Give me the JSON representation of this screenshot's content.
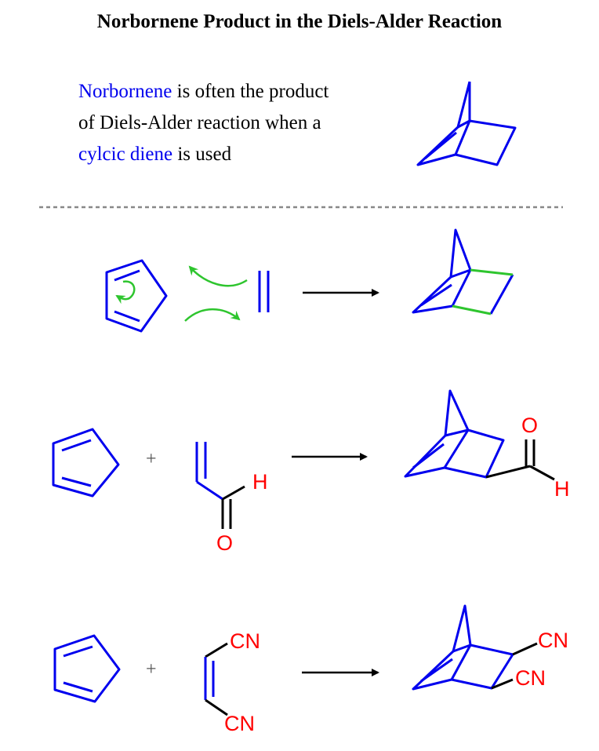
{
  "title": "Norbornene Product in the Diels-Alder Reaction",
  "intro": {
    "term1": "Norbornene",
    "text1": " is often the product",
    "line2": "of Diels-Alder reaction when a",
    "term2": "cylcic diene",
    "text2": " is used"
  },
  "reactions": [
    {
      "plus": "",
      "product_labels": []
    },
    {
      "plus": "+",
      "reagent_labels": [
        "H",
        "O"
      ],
      "product_labels": [
        "O",
        "H"
      ]
    },
    {
      "plus": "+",
      "reagent_labels": [
        "CN",
        "CN"
      ],
      "product_labels": [
        "CN",
        "CN"
      ]
    }
  ],
  "colors": {
    "molecule": "#0000ee",
    "new_bond": "#2ec52e",
    "heteroatom": "#ff0000",
    "arrow": "#000000",
    "divider": "#888888"
  }
}
